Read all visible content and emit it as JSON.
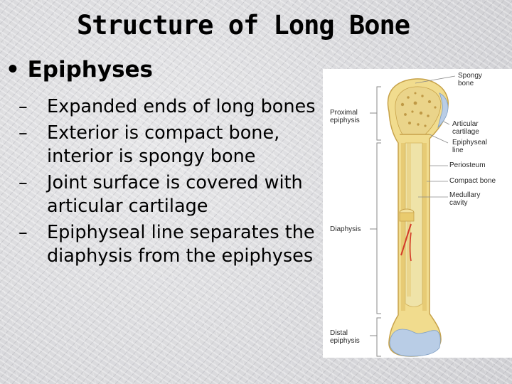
{
  "slide": {
    "title": "Structure of Long Bone",
    "main_bullet": "Epiphyses",
    "sub_items": [
      "Expanded ends of long bones",
      "Exterior is compact bone, interior is spongy bone",
      "Joint surface is covered with articular cartilage",
      "Epiphyseal line separates the diaphysis from the epiphyses"
    ]
  },
  "figure": {
    "labels": {
      "proximal_epiphysis": "Proximal epiphysis",
      "diaphysis": "Diaphysis",
      "distal_epiphysis": "Distal epiphysis",
      "spongy_bone": "Spongy bone",
      "articular_cartilage": "Articular cartilage",
      "epiphyseal_line": "Epiphyseal line",
      "periosteum": "Periosteum",
      "compact_bone": "Compact bone",
      "medullary_cavity": "Medullary cavity"
    },
    "colors": {
      "bone": "#f1dc8e",
      "bone_shadow": "#d9b95a",
      "marrow": "#efe3a8",
      "cartilage": "#b9cde6",
      "vessel": "#d43a2a",
      "bracket": "#8a8a8a"
    }
  }
}
